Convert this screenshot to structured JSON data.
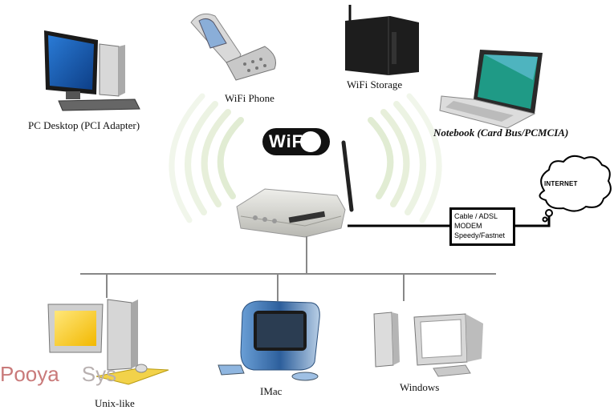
{
  "devices": {
    "pc_desktop": "PC Desktop (PCI Adapter)",
    "wifi_phone": "WiFi Phone",
    "wifi_storage": "WiFi Storage",
    "notebook": "Notebook (Card Bus/PCMCIA)",
    "unix": "Unix-like",
    "imac": "IMac",
    "windows": "Windows"
  },
  "wifi_logo": {
    "text": "WiFi"
  },
  "modem": {
    "line1": "Cable / ADSL",
    "line2": "MODEM",
    "line3": "Speedy/Fastnet"
  },
  "internet": {
    "label": "INTERNET"
  },
  "watermark": {
    "part1": "Pooya",
    "part2": "Sys"
  },
  "colors": {
    "wave_green": "#c9dcae",
    "line": "#888888",
    "imac_blue": "#3a6fb0",
    "screen_blue": "#2a6ab8",
    "screen_yellow": "#ffd22a"
  }
}
